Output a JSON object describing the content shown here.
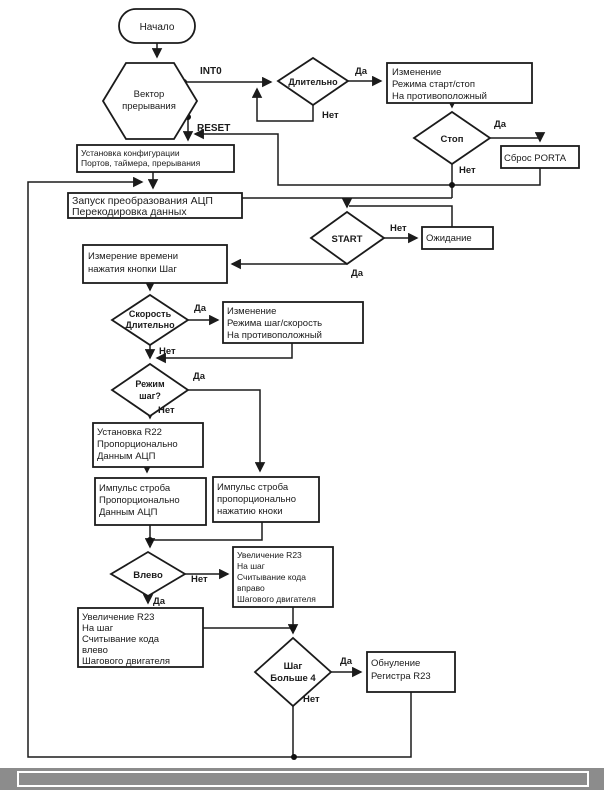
{
  "colors": {
    "ink": "#1b1b1b",
    "statusbar_gray": "#8c8c8c",
    "background": "#ffffff"
  },
  "labels": {
    "yes": "Да",
    "no": "Нет",
    "int0": "INT0",
    "reset": "RESET"
  },
  "nodes": {
    "start": {
      "text": "Начало"
    },
    "vector": {
      "line1": "Вектор",
      "line2": "прерывания"
    },
    "longpress": {
      "text": "Длительно"
    },
    "change_startstop": {
      "line1": "Изменение",
      "line2": "Режима старт/стоп",
      "line3": "На противоположный"
    },
    "stop": {
      "text": "Стоп"
    },
    "reset_porta": {
      "text": "Сброс PORTA"
    },
    "config": {
      "line1": "Установка конфигурации",
      "line2": "Портов, таймера, прерывания"
    },
    "adc": {
      "line1": "Запуск преобразования АЦП",
      "line2": "Перекодировка данных"
    },
    "start_check": {
      "text": "START"
    },
    "wait": {
      "text": "Ожидание"
    },
    "measure": {
      "line1": "Измерение времени",
      "line2": "нажатия кнопки Шаг"
    },
    "speed_long": {
      "line1": "Скорость",
      "line2": "Длительно"
    },
    "change_speed": {
      "line1": "Изменение",
      "line2": "Режима шаг/скорость",
      "line3": "На противоположный"
    },
    "step_mode": {
      "line1": "Режим",
      "line2": "шаг?"
    },
    "set_r22": {
      "line1": "Установка R22",
      "line2": "Пропорционально",
      "line3": "Данным АЦП"
    },
    "strobe_adc": {
      "line1": "Импульс строба",
      "line2": "Пропорционально",
      "line3": "Данным АЦП"
    },
    "strobe_btn": {
      "line1": "Импульс строба",
      "line2": "пропорционально",
      "line3": "нажатию кноки"
    },
    "left": {
      "text": "Влево"
    },
    "incr_right": {
      "line1": "Увеличение R23",
      "line2": "На шаг",
      "line3": "Считывание кода",
      "line4": "вправо",
      "line5": "Шагового двигателя"
    },
    "incr_left": {
      "line1": "Увеличение R23",
      "line2": "На шаг",
      "line3": "Считывание кода",
      "line4": "влево",
      "line5": "Шагового двигателя"
    },
    "step_gt4": {
      "line1": "Шаг",
      "line2": "Больше 4"
    },
    "zero_r23": {
      "line1": "Обнуление",
      "line2": "Регистра R23"
    }
  }
}
